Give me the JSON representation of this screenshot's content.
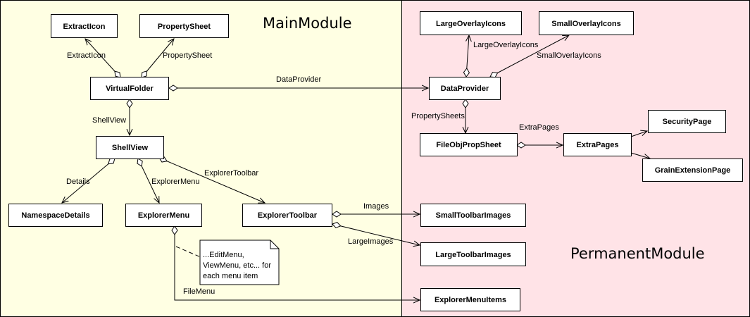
{
  "colors": {
    "main_region": "#FFFFE3",
    "permanent_region": "#FFE3E7",
    "box_fill": "#FFFFFF",
    "stroke": "#000000"
  },
  "modules": {
    "main": "MainModule",
    "permanent": "PermanentModule"
  },
  "classes": {
    "extract_icon": "ExtractIcon",
    "property_sheet": "PropertySheet",
    "virtual_folder": "VirtualFolder",
    "shell_view": "ShellView",
    "namespace_details": "NamespaceDetails",
    "explorer_menu": "ExplorerMenu",
    "explorer_toolbar": "ExplorerToolbar",
    "large_overlay_icons": "LargeOverlayIcons",
    "small_overlay_icons": "SmallOverlayIcons",
    "data_provider": "DataProvider",
    "file_obj_prop_sheet": "FileObjPropSheet",
    "extra_pages": "ExtraPages",
    "security_page": "SecurityPage",
    "grain_extension_page": "GrainExtensionPage",
    "small_toolbar_images": "SmallToolbarImages",
    "large_toolbar_images": "LargeToolbarImages",
    "explorer_menu_items": "ExplorerMenuItems"
  },
  "relations": {
    "extract_icon": "ExtractIcon",
    "property_sheet": "PropertySheet",
    "data_provider": "DataProvider",
    "shell_view": "ShellView",
    "details": "Details",
    "explorer_menu": "ExplorerMenu",
    "explorer_toolbar": "ExplorerToolbar",
    "large_overlay_icons": "LargeOverlayIcons",
    "small_overlay_icons": "SmallOverlayIcons",
    "property_sheets": "PropertySheets",
    "extra_pages": "ExtraPages",
    "images": "Images",
    "large_images": "LargeImages",
    "file_menu": "FileMenu"
  },
  "note": {
    "lines": [
      "...EditMenu,",
      "ViewMenu, etc... for",
      "each menu item"
    ]
  }
}
